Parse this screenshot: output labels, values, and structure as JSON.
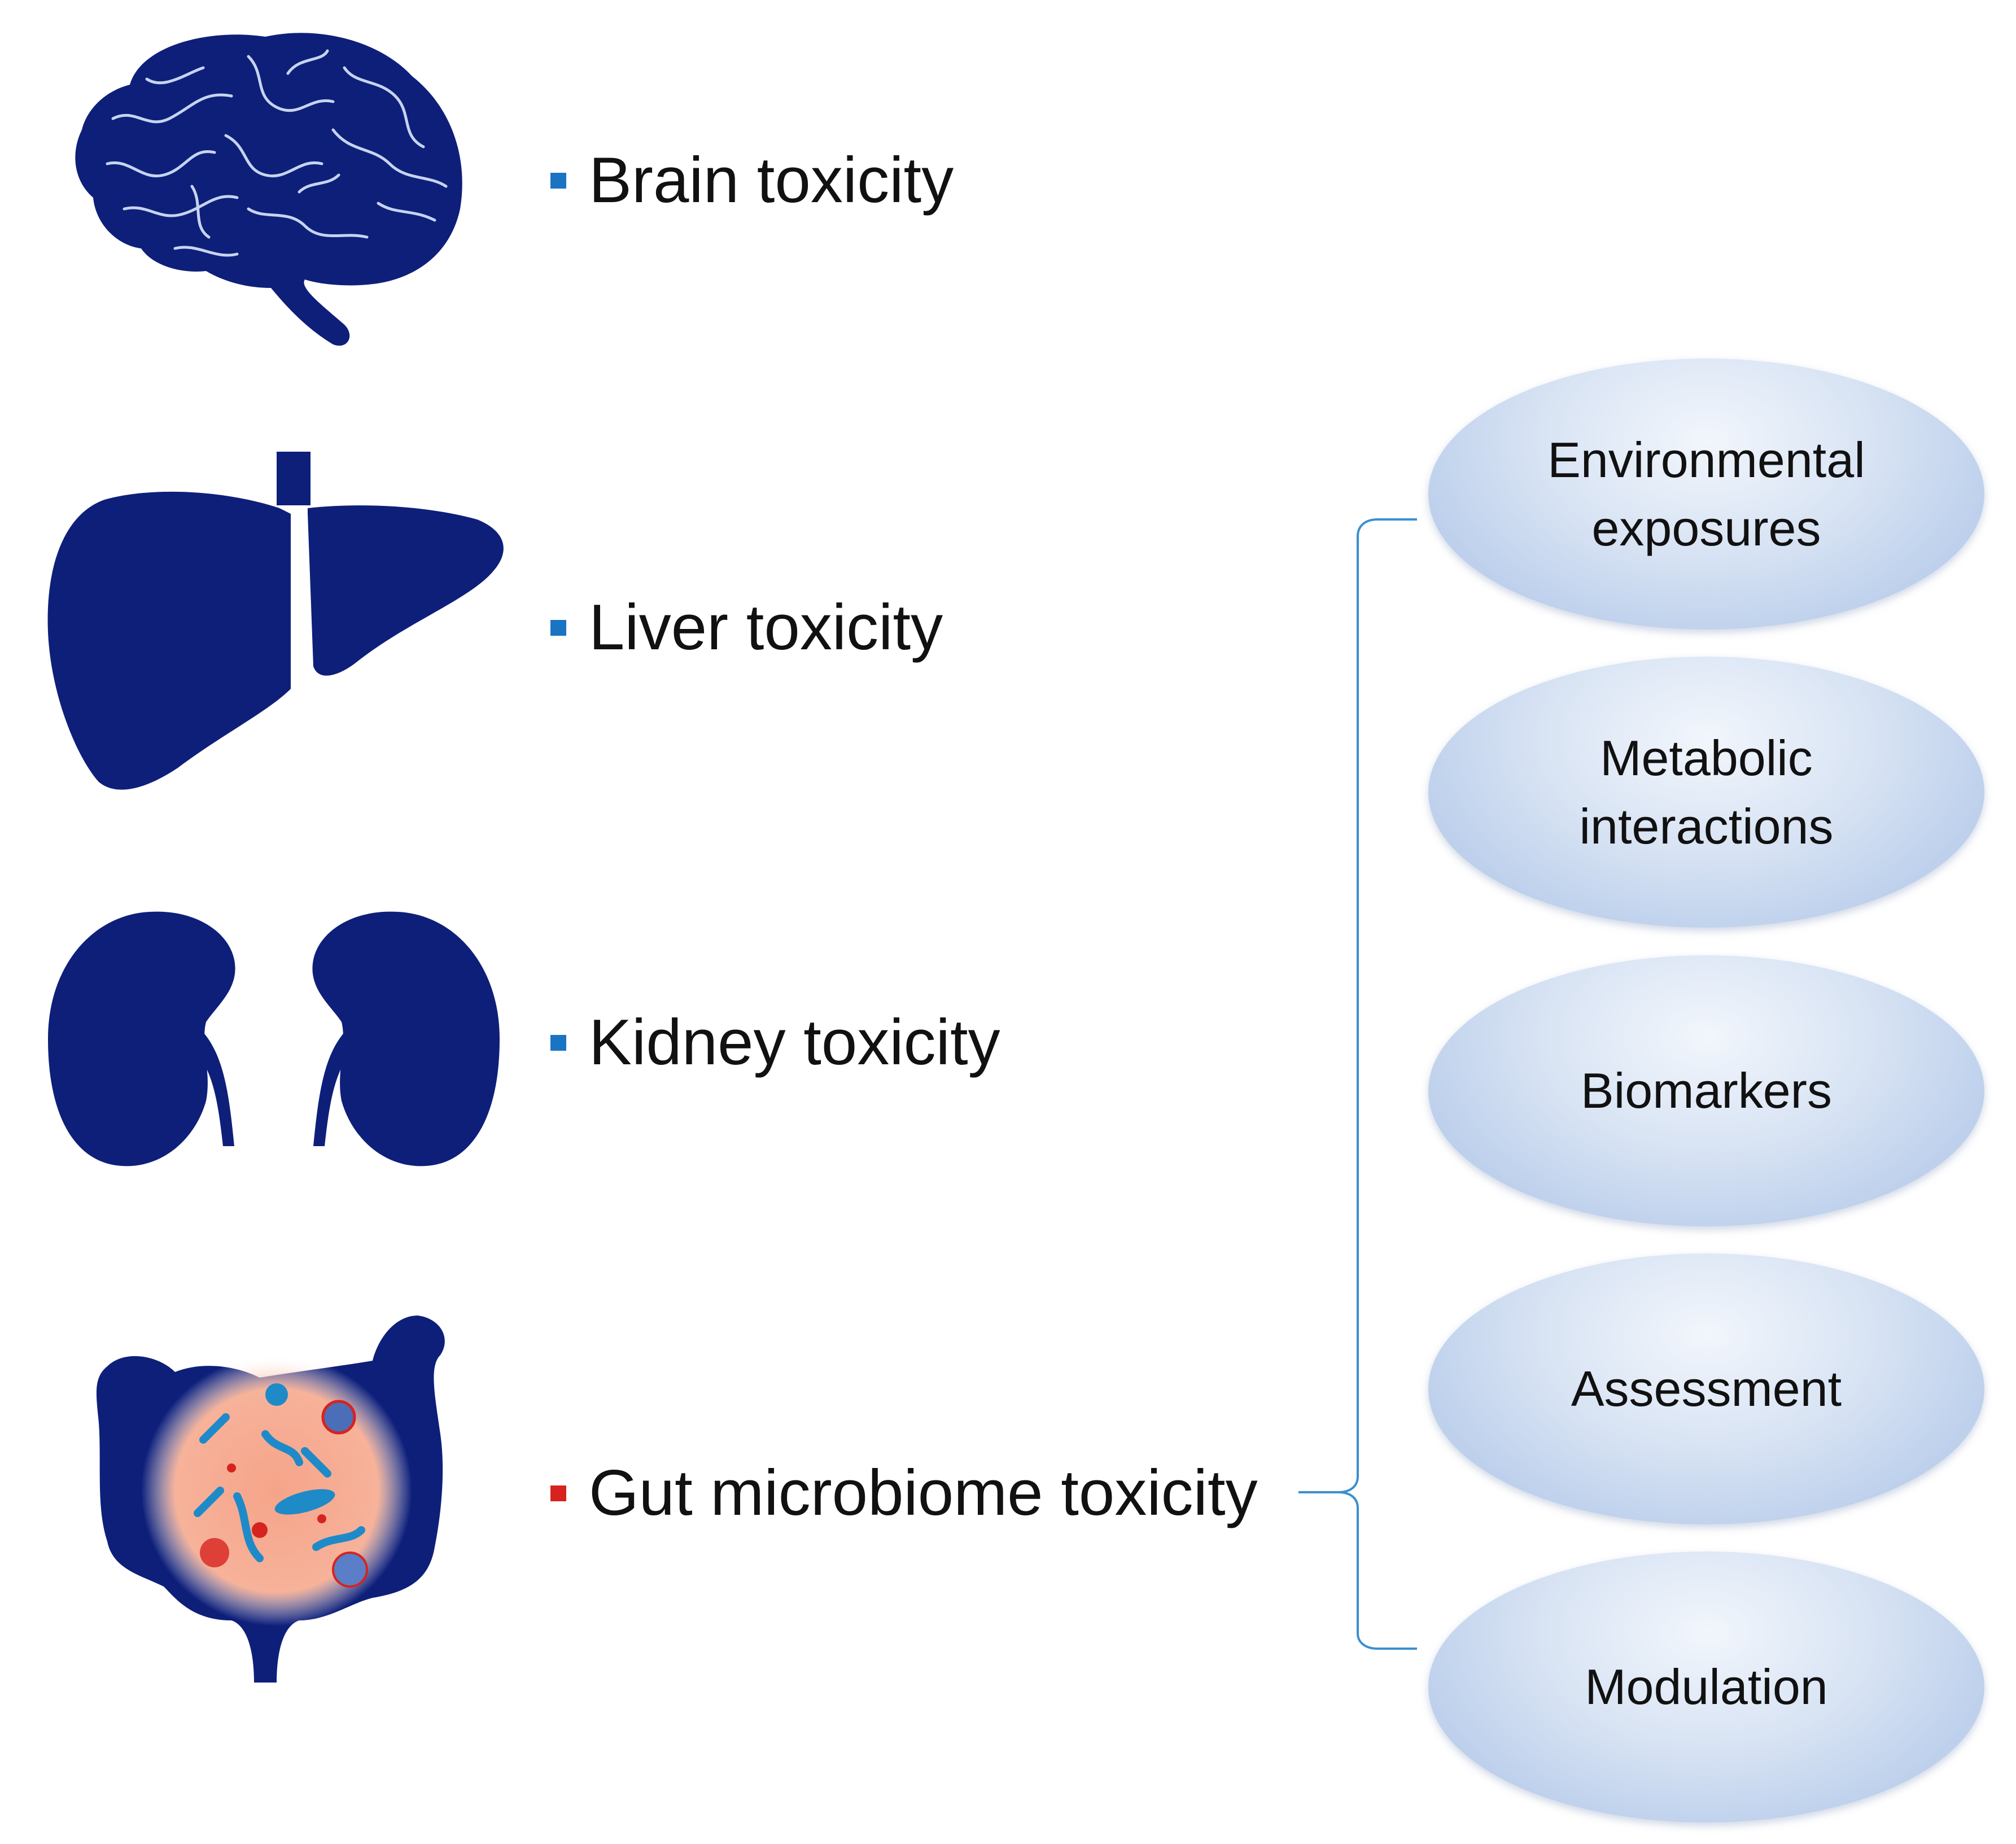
{
  "colors": {
    "organ": "#0e1f7a",
    "bullet_blue": "#1b73c4",
    "bullet_red": "#d7231f",
    "bracket": "#3b8fd0",
    "microbiome_glow": "#f5a489"
  },
  "organs": [
    {
      "icon": "brain-icon",
      "label": "Brain toxicity",
      "bullet_color": "blue"
    },
    {
      "icon": "liver-icon",
      "label": "Liver toxicity",
      "bullet_color": "blue"
    },
    {
      "icon": "kidney-icon",
      "label": "Kidney toxicity",
      "bullet_color": "blue"
    },
    {
      "icon": "gut-microbiome-icon",
      "label": "Gut microbiome toxicity",
      "bullet_color": "red"
    }
  ],
  "topics": [
    {
      "line1": "Environmental",
      "line2": "exposures"
    },
    {
      "line1": "Metabolic",
      "line2": "interactions"
    },
    {
      "line1": "Biomarkers",
      "line2": ""
    },
    {
      "line1": "Assessment",
      "line2": ""
    },
    {
      "line1": "Modulation",
      "line2": ""
    }
  ]
}
